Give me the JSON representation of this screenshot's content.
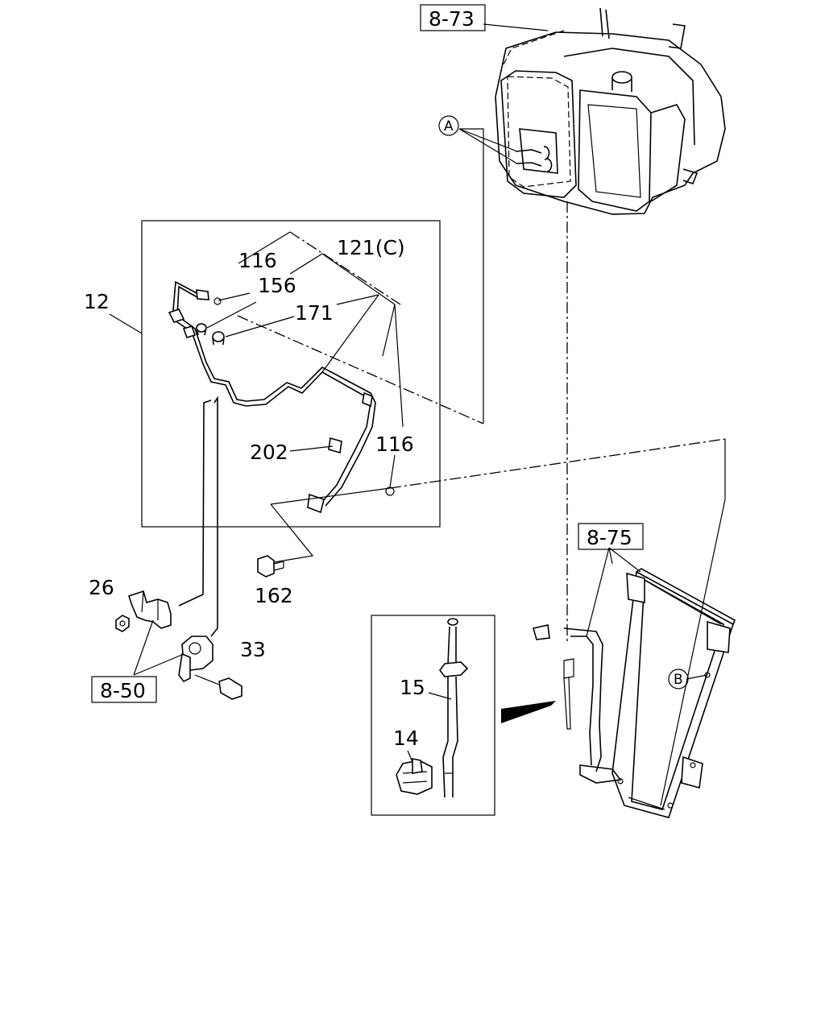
{
  "callouts": {
    "c12": "12",
    "c116a": "116",
    "c121": "121(C)",
    "c156": "156",
    "c171": "171",
    "c202": "202",
    "c116b": "116",
    "c162": "162",
    "c26": "26",
    "c33": "33",
    "c15": "15",
    "c14": "14"
  },
  "references": {
    "r873": "8-73",
    "r875": "8-75",
    "r850": "8-50"
  },
  "markers": {
    "a": "A",
    "b": "B"
  }
}
